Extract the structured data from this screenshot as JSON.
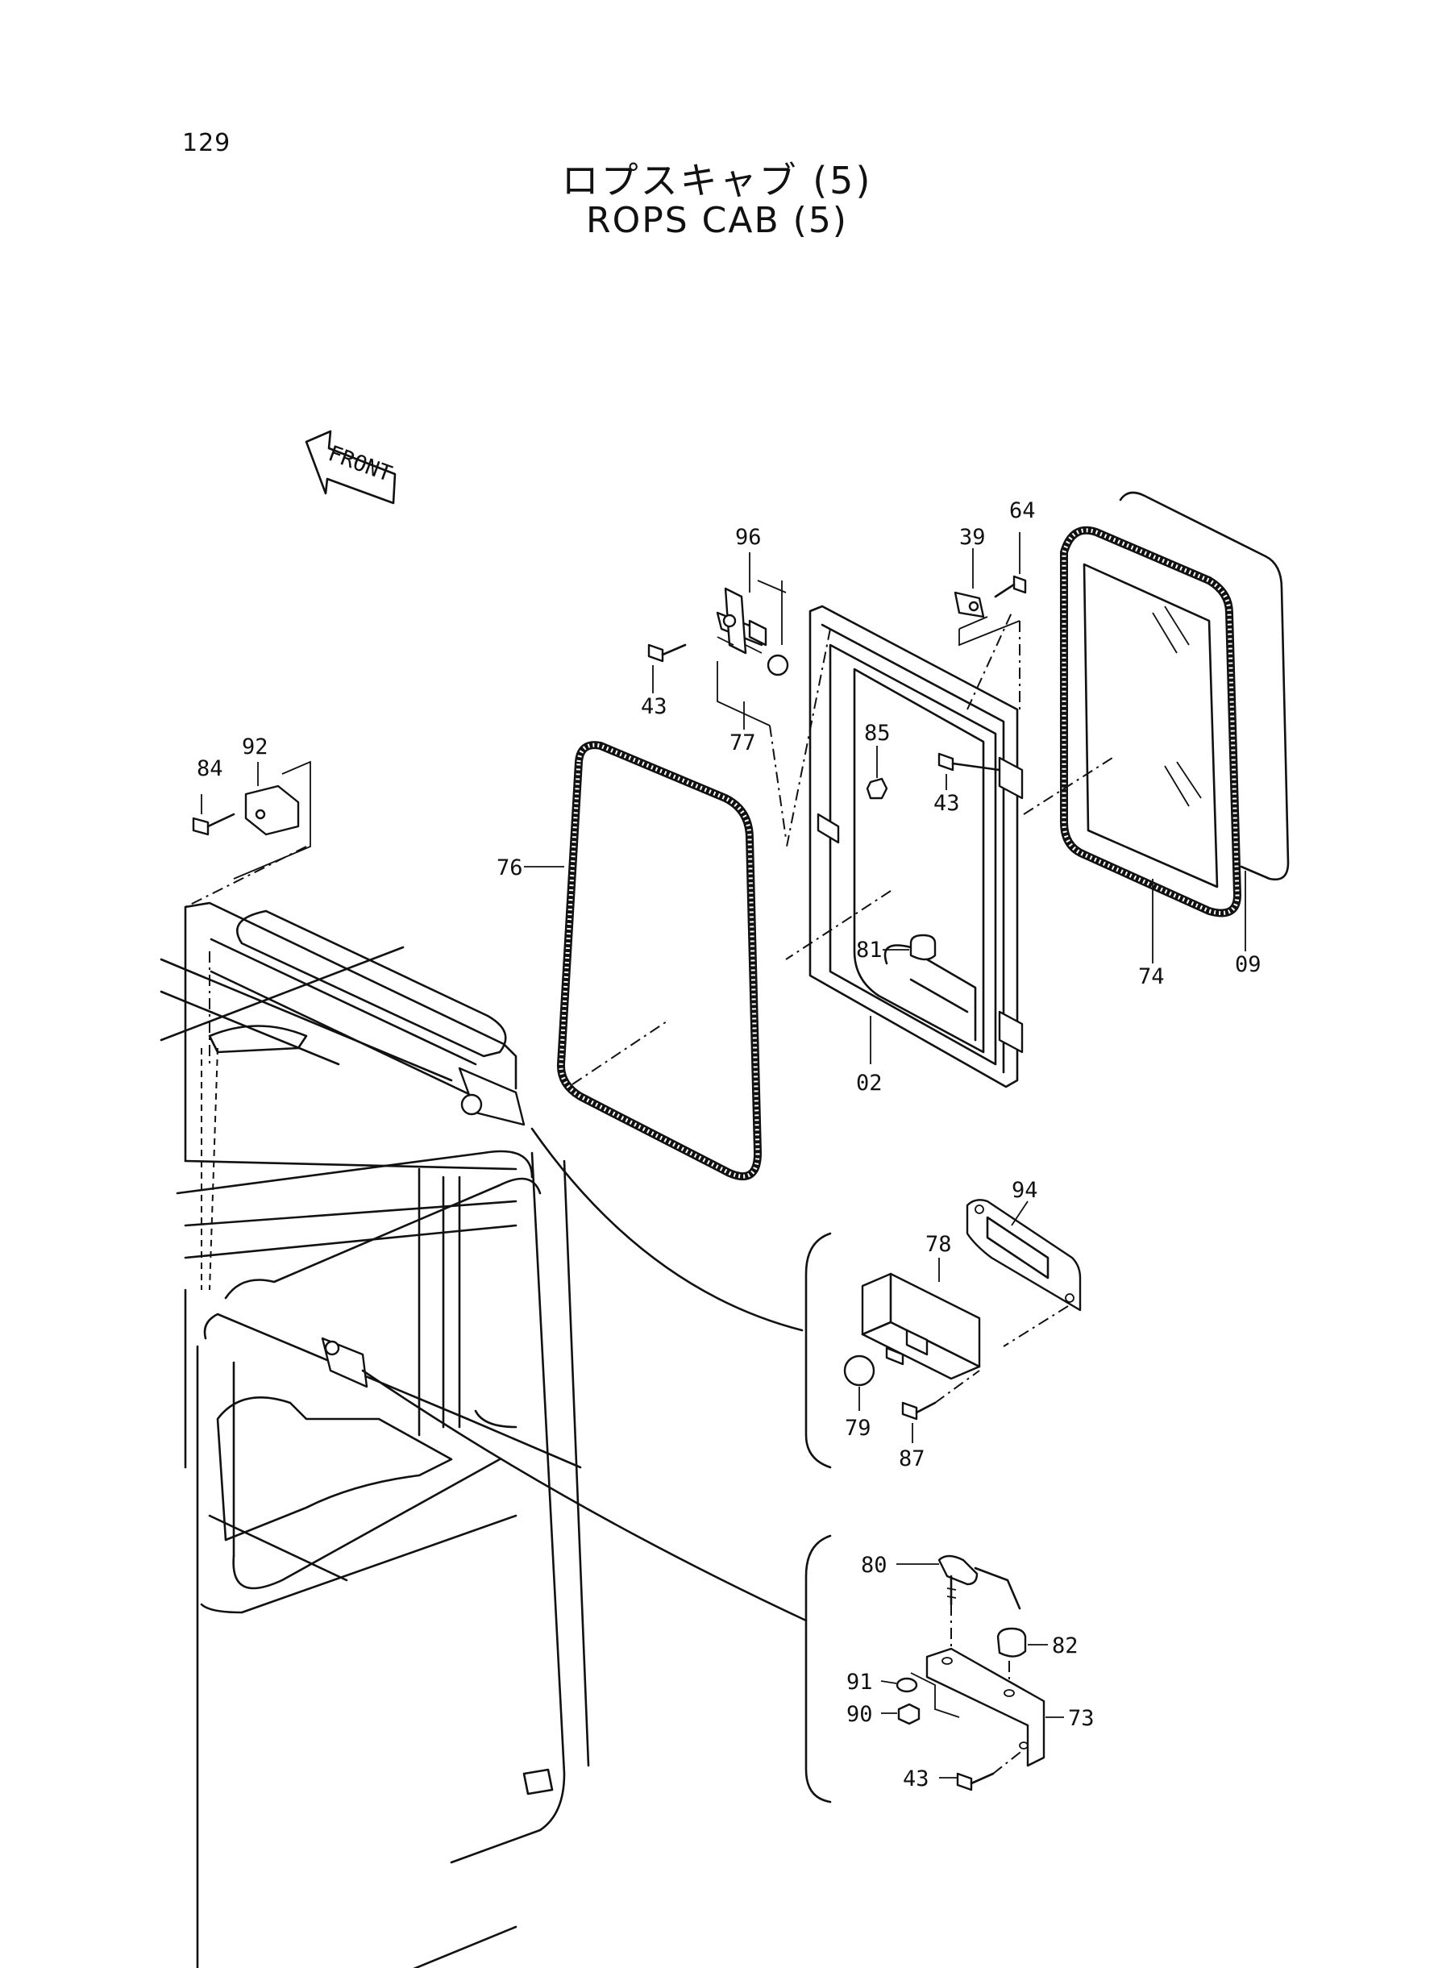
{
  "page_number": "129",
  "title_jp": "ロプスキャブ (5)",
  "title_en": "ROPS CAB (5)",
  "front_label": "FRONT",
  "parts": {
    "p96": "96",
    "p43a": "43",
    "p77": "77",
    "p85": "85",
    "p43b": "43",
    "p39": "39",
    "p64": "64",
    "p92": "92",
    "p84": "84",
    "p76": "76",
    "p81": "81",
    "p02": "02",
    "p74": "74",
    "p09": "09",
    "p94": "94",
    "p78": "78",
    "p79": "79",
    "p87": "87",
    "p80": "80",
    "p82": "82",
    "p91": "91",
    "p90": "90",
    "p73": "73",
    "p43c": "43"
  }
}
